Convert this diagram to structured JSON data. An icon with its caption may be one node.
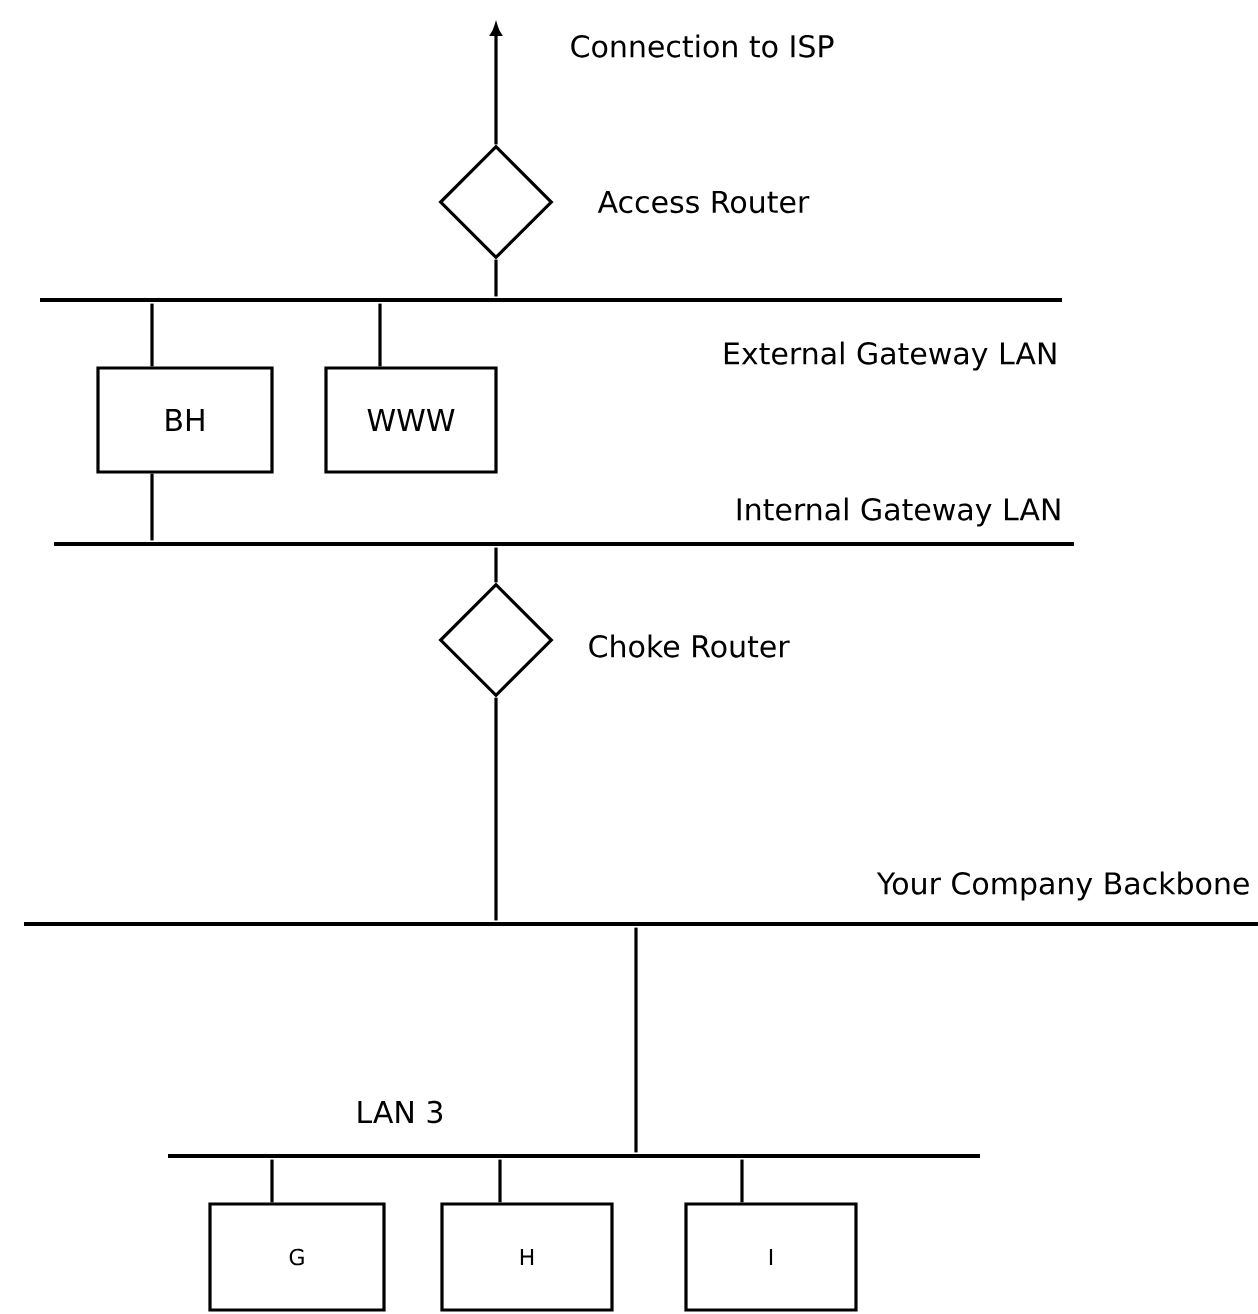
{
  "diagram": {
    "nodes": [
      {
        "text": [],
        "shape": "diamond",
        "beside": [
          "Access Router"
        ]
      },
      {
        "text": [],
        "shape": "bar",
        "beside": [
          "External Gateway LAN"
        ]
      },
      {
        "text": [
          "BH"
        ]
      },
      {
        "text": [
          "WWW"
        ]
      },
      {
        "text": [],
        "shape": "bar",
        "beside": [
          "Internal Gateway LAN"
        ]
      },
      {
        "text": [],
        "shape": "diamond",
        "beside": [
          "Choke Router"
        ]
      },
      {
        "text": [],
        "shape": "bar",
        "beside": [
          "Your Company Backbone"
        ]
      },
      {
        "text": [],
        "shape": "bar",
        "beside": [
          "LAN 3"
        ]
      },
      {
        "text": [
          "G"
        ]
      },
      {
        "text": [
          "H"
        ]
      },
      {
        "text": [
          "I"
        ]
      }
    ],
    "edges": [
      {
        "from": 0,
        "to": null,
        "arrow": "to",
        "label": "Connection to ISP"
      },
      {
        "from": 0,
        "to": 1,
        "arrow": "none"
      },
      {
        "from": 1,
        "to": 2,
        "arrow": "none"
      },
      {
        "from": 1,
        "to": 3,
        "arrow": "none"
      },
      {
        "from": 2,
        "to": 4,
        "arrow": "none"
      },
      {
        "from": 4,
        "to": 5,
        "arrow": "none"
      },
      {
        "from": 5,
        "to": 6,
        "arrow": "none"
      },
      {
        "from": 6,
        "to": 7,
        "arrow": "none"
      },
      {
        "from": 7,
        "to": 8,
        "arrow": "none"
      },
      {
        "from": 7,
        "to": 9,
        "arrow": "none"
      },
      {
        "from": 7,
        "to": 10,
        "arrow": "none"
      }
    ]
  }
}
